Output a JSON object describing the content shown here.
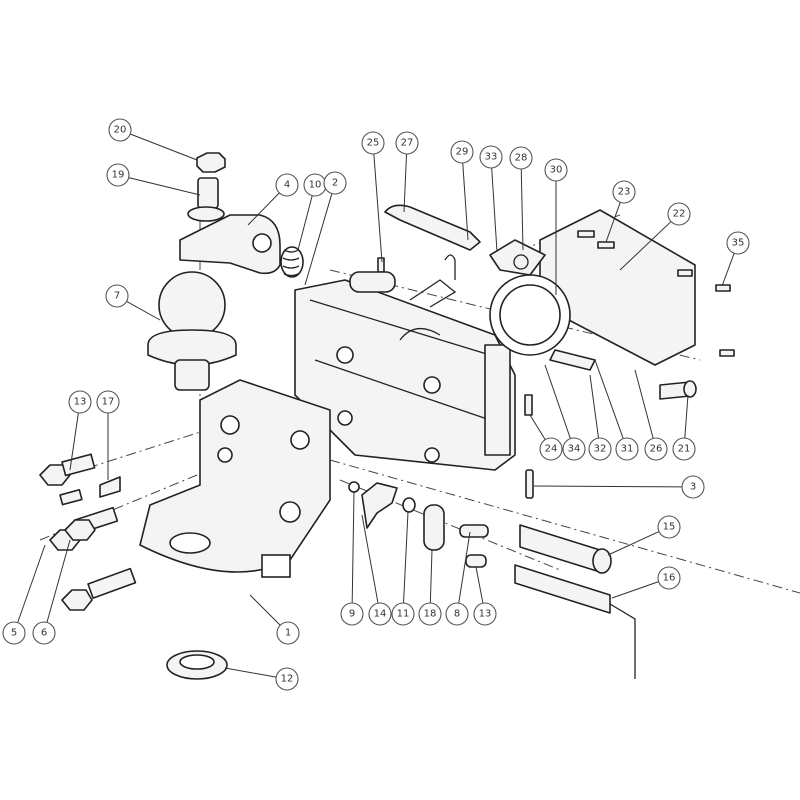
{
  "diagram": {
    "type": "exploded parts diagram",
    "callouts": [
      "20",
      "19",
      "4",
      "10",
      "2",
      "25",
      "27",
      "29",
      "33",
      "28",
      "30",
      "23",
      "22",
      "35",
      "7",
      "13",
      "17",
      "3",
      "15",
      "16",
      "1",
      "12",
      "9",
      "14",
      "11",
      "18",
      "8",
      "13",
      "24",
      "34",
      "32",
      "31",
      "26",
      "21",
      "5",
      "6"
    ]
  }
}
